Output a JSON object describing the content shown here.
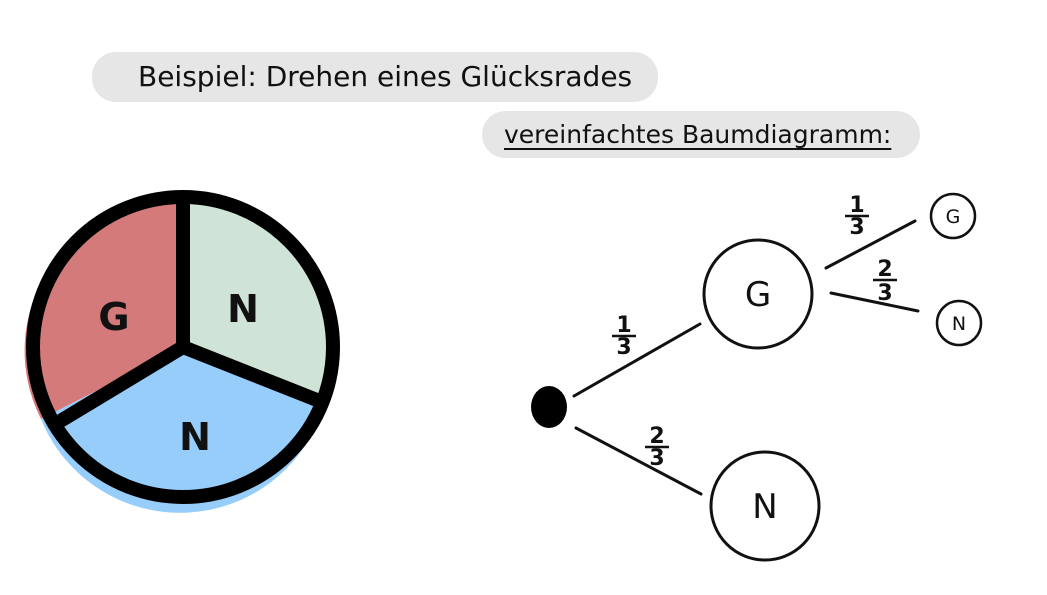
{
  "title": "Beispiel: Drehen eines Glücksrades",
  "subtitle": "vereinfachtes Baumdiagramm:",
  "wheel": {
    "sectors": [
      {
        "label": "G",
        "color": "#d47a7a"
      },
      {
        "label": "N",
        "color": "#cfe3d6"
      },
      {
        "label": "N",
        "color": "#96cdfa"
      }
    ]
  },
  "tree": {
    "branches": [
      {
        "label": "G",
        "probability": {
          "numerator": "1",
          "denominator": "3"
        }
      },
      {
        "label": "N",
        "probability": {
          "numerator": "2",
          "denominator": "3"
        }
      }
    ],
    "sub_branches": [
      {
        "label": "G",
        "probability": {
          "numerator": "1",
          "denominator": "3"
        }
      },
      {
        "label": "N",
        "probability": {
          "numerator": "2",
          "denominator": "3"
        }
      }
    ]
  }
}
